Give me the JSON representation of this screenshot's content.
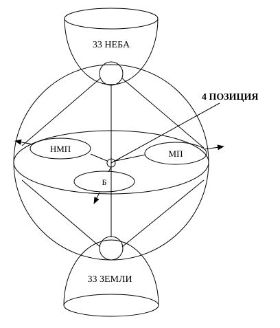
{
  "labels": {
    "heavens": "33 НЕБА",
    "earths": "33 ЗЕМЛИ",
    "position": "4 ПОЗИЦИЯ",
    "nmp": "НМП",
    "mp": "МП",
    "b": "Б"
  },
  "colors": {
    "stroke": "#000000",
    "background": "#ffffff"
  }
}
